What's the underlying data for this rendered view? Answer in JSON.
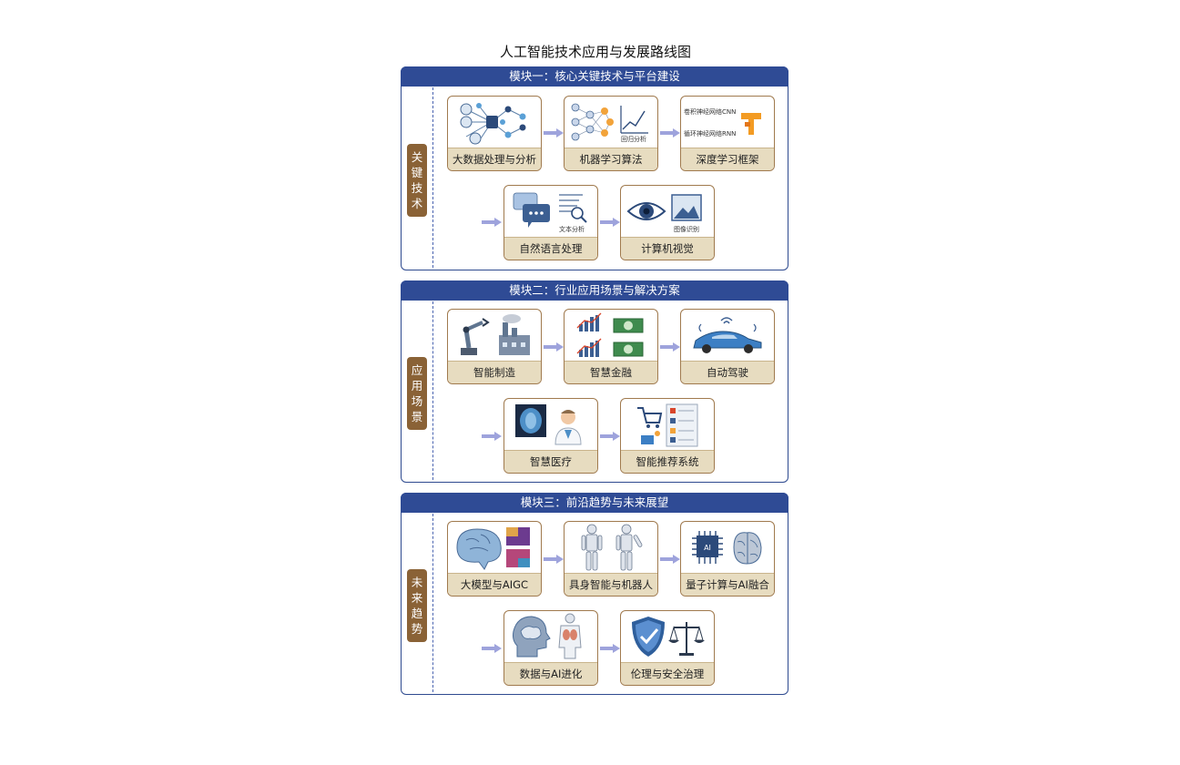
{
  "title": "人工智能技术应用与发展路线图",
  "modules": [
    {
      "header": "模块一：核心关键技术与平台建设",
      "side": [
        "关",
        "键",
        "技",
        "术"
      ],
      "cards": [
        {
          "label": "大数据处理与分析",
          "icon": "network-graph-icon"
        },
        {
          "label": "机器学习算法",
          "icon": "neural-net-icon",
          "sub": "回归分析"
        },
        {
          "label": "深度学习框架",
          "icon": "tensorflow-icon",
          "sub1": "卷积神经网络CNN",
          "sub2": "循环神经网络RNN"
        },
        {
          "label": "自然语言处理",
          "icon": "chat-bubble-icon",
          "sub": "文本分析"
        },
        {
          "label": "计算机视觉",
          "icon": "eye-icon",
          "sub": "图像识别"
        }
      ]
    },
    {
      "header": "模块二：行业应用场景与解决方案",
      "side": [
        "应",
        "用",
        "场",
        "景"
      ],
      "cards": [
        {
          "label": "智能制造",
          "icon": "robot-arm-icon"
        },
        {
          "label": "智慧金融",
          "icon": "finance-chart-icon"
        },
        {
          "label": "自动驾驶",
          "icon": "car-icon"
        },
        {
          "label": "智慧医疗",
          "icon": "doctor-icon"
        },
        {
          "label": "智能推荐系统",
          "icon": "shopping-cart-icon"
        }
      ]
    },
    {
      "header": "模块三：前沿趋势与未来展望",
      "side": [
        "未",
        "来",
        "趋",
        "势"
      ],
      "cards": [
        {
          "label": "大模型与AIGC",
          "icon": "brain-icon"
        },
        {
          "label": "具身智能与机器人",
          "icon": "humanoid-robot-icon"
        },
        {
          "label": "量子计算与AI融合",
          "icon": "ai-chip-icon",
          "sub": "AI"
        },
        {
          "label": "数据与AI进化",
          "icon": "head-body-icon"
        },
        {
          "label": "伦理与安全治理",
          "icon": "shield-scale-icon"
        }
      ]
    }
  ],
  "colors": {
    "header": "#2f4b95",
    "side": "#8a6236",
    "caption": "#e7dcc0",
    "arrow": "#9ea3dc"
  }
}
